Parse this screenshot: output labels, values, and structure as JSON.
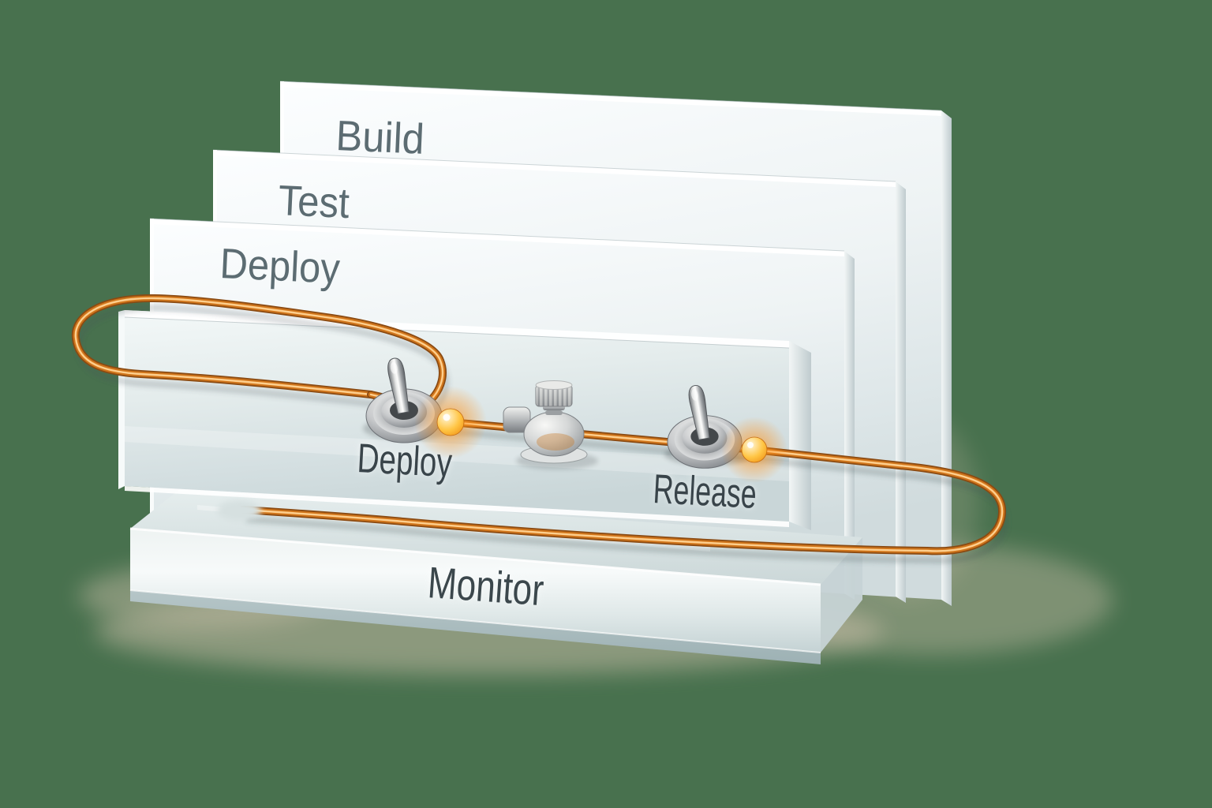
{
  "scene": {
    "background_color": "#48714e",
    "panels": [
      {
        "label": "Build"
      },
      {
        "label": "Test"
      },
      {
        "label": "Deploy"
      }
    ],
    "control_board": {
      "switches": [
        {
          "label": "Deploy",
          "type": "toggle-switch",
          "led": "on"
        },
        {
          "label": "Release",
          "type": "toggle-switch",
          "led": "on"
        }
      ],
      "connector": "valve-knob"
    },
    "base": {
      "label": "Monitor"
    },
    "colors": {
      "background": "#48714e",
      "copper_wire": "#d0751b",
      "copper_highlight": "#ffcf8d",
      "copper_shadow": "#8a4a12",
      "led_glow": "#ff9d1e",
      "led_core": "#fff3c9",
      "glass_highlight": "#fcfeff",
      "glass_shade": "#cfdadc",
      "back_label_text": "#5c6c72",
      "front_label_text": "#39444a",
      "shadow_tan": "#cfc1ac"
    }
  }
}
